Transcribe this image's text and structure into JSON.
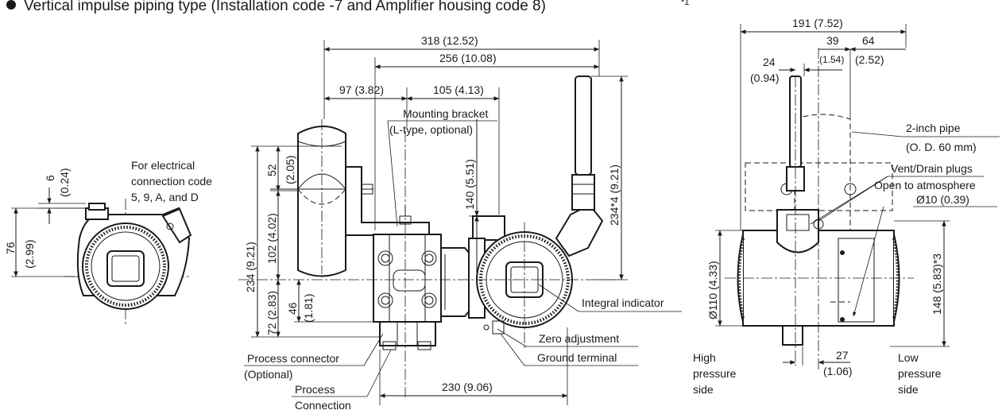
{
  "title": "Vertical impulse piping type (Installation code -7 and Amplifier housing code 8)",
  "title_mark": "*1",
  "notes": {
    "elec_code": [
      "For electrical",
      "connection code",
      "5, 9, A, and D"
    ],
    "mounting_bracket": "Mounting bracket",
    "mounting_bracket_sub": "(L-type, optional)",
    "integral_indicator": "Integral indicator",
    "zero_adjustment": "Zero adjustment",
    "ground_terminal": "Ground terminal",
    "process_connector": "Process connector",
    "process_connector_sub": "(Optional)",
    "process_connection": [
      "Process",
      "Connection"
    ],
    "pipe": "2-inch pipe",
    "pipe_sub": "(O. D. 60 mm)",
    "vent_drain": "Vent/Drain plugs",
    "open_atm": "Open to atmosphere",
    "open_atm_dia": "Ø10 (0.39)",
    "high_side": [
      "High",
      "pressure",
      "side"
    ],
    "low_side": [
      "Low",
      "pressure",
      "side"
    ]
  },
  "dims": {
    "d6": "6",
    "d6_in": "(0.24)",
    "d76": "76",
    "d76_in": "(2.99)",
    "d318": "318 (12.52)",
    "d256": "256 (10.08)",
    "d97": "97 (3.82)",
    "d105": "105 (4.13)",
    "d234v": "234 (9.21)",
    "d52": "52",
    "d52_in": "(2.05)",
    "d102": "102 (4.02)",
    "d46": "46",
    "d46_in": "(1.81)",
    "d72": "72 (2.83)",
    "d140": "140 (5.51)",
    "d234s": "234*4 (9.21)",
    "d230": "230 (9.06)",
    "d191": "191 (7.52)",
    "d39": "39",
    "d39_in": "(1.54)",
    "d64": "64",
    "d64_in": "(2.52)",
    "d24": "24",
    "d24_in": "(0.94)",
    "d110": "Ø110 (4.33)",
    "d148": "148 (5.83)*3",
    "d27": "27",
    "d27_in": "(1.06)"
  }
}
